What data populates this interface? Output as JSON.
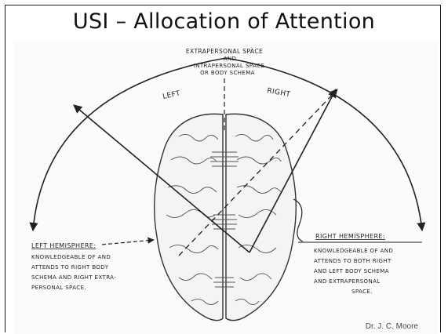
{
  "slide": {
    "title": "USI – Allocation of Attention",
    "credit": "Dr. J. C. Moore"
  },
  "diagram": {
    "top_caption_lines": [
      "EXTRAPERSONAL SPACE",
      "AND",
      "INTRAPERSONAL SPACE",
      "OR BODY SCHEMA"
    ],
    "left_label": "LEFT",
    "right_label": "RIGHT",
    "left_hemisphere": {
      "heading": "LEFT HEMISPHERE:",
      "lines": [
        "KNOWLEDGEABLE OF AND",
        "ATTENDS TO RIGHT BODY",
        "SCHEMA AND RIGHT EXTRA-",
        "PERSONAL SPACE."
      ]
    },
    "right_hemisphere": {
      "heading": "RIGHT HEMISPHERE:",
      "lines": [
        "KNOWLEDGEABLE OF AND",
        "ATTENDS TO BOTH RIGHT",
        "AND LEFT BODY SCHEMA",
        "AND EXTRAPERSONAL",
        "SPACE."
      ]
    },
    "colors": {
      "ink": "#222222",
      "paper": "#fbfbfa",
      "brain_fill": "#f4f4f2"
    }
  }
}
